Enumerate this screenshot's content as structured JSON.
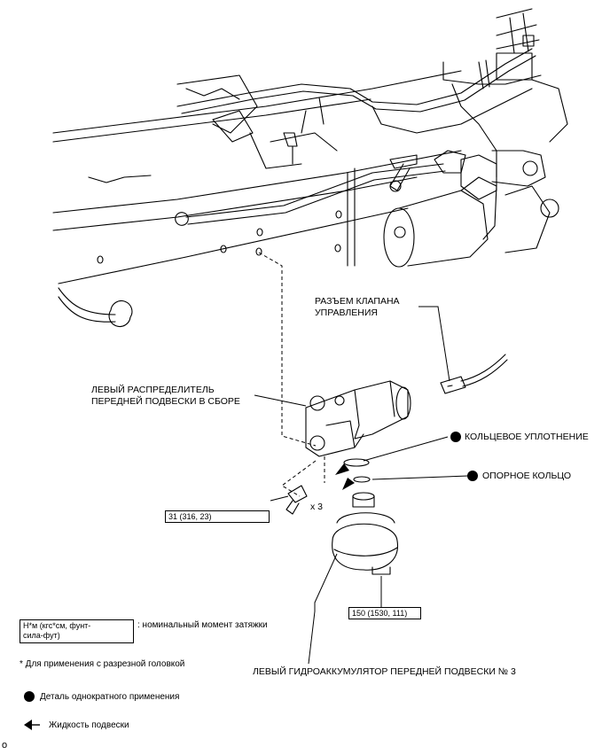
{
  "labels": {
    "control_valve_connector": "РАЗЪЕМ КЛАПАНА\nУПРАВЛЕНИЯ",
    "distributor_assembly": "ЛЕВЫЙ РАСПРЕДЕЛИТЕЛЬ\nПЕРЕДНЕЙ ПОДВЕСКИ В СБОРЕ",
    "o_ring": "КОЛЬЦЕВОЕ УПЛОТНЕНИЕ",
    "backup_ring": "ОПОРНОЕ КОЛЬЦО",
    "accumulator": "ЛЕВЫЙ ГИДРОАККУМУЛЯТОР ПЕРЕДНЕЙ ПОДВЕСКИ № 3",
    "bolt_qty": "x 3"
  },
  "torque": {
    "bolts": "31 (316, 23)",
    "accumulator": "150 (1530, 111)"
  },
  "legend": {
    "unit_box": "Н*м (кгс*см, фунт-\nсила-фут)",
    "unit_desc": ": номинальный момент затяжки",
    "slotted_head": "* Для применения с разрезной головкой",
    "single_use": "Деталь однократного применения",
    "fluid": "Жидкость подвески"
  },
  "corner_mark": "o"
}
